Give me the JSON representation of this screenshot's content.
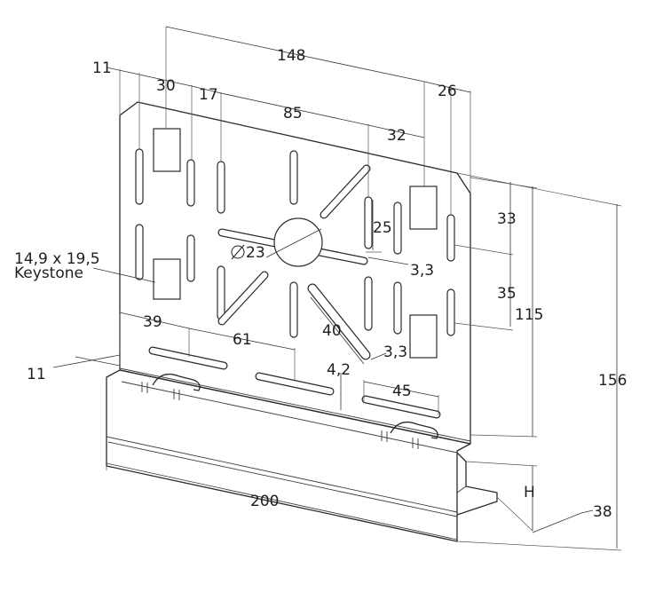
{
  "dimensions": {
    "d148": "148",
    "d11_top": "11",
    "d30": "30",
    "d17": "17",
    "d85": "85",
    "d32": "32",
    "d26": "26",
    "d33": "33",
    "d25": "25",
    "d35": "35",
    "d115": "115",
    "d156": "156",
    "d3_3_a": "3,3",
    "d3_3_b": "3,3",
    "d40": "40",
    "d4_2": "4,2",
    "d39": "39",
    "d61": "61",
    "d45": "45",
    "d11_side": "11",
    "d200": "200",
    "dH": "H",
    "d38": "38",
    "dia23": "23"
  },
  "annotations": {
    "keystone_size": "14,9 x 19,5",
    "keystone_label": "Keystone"
  }
}
